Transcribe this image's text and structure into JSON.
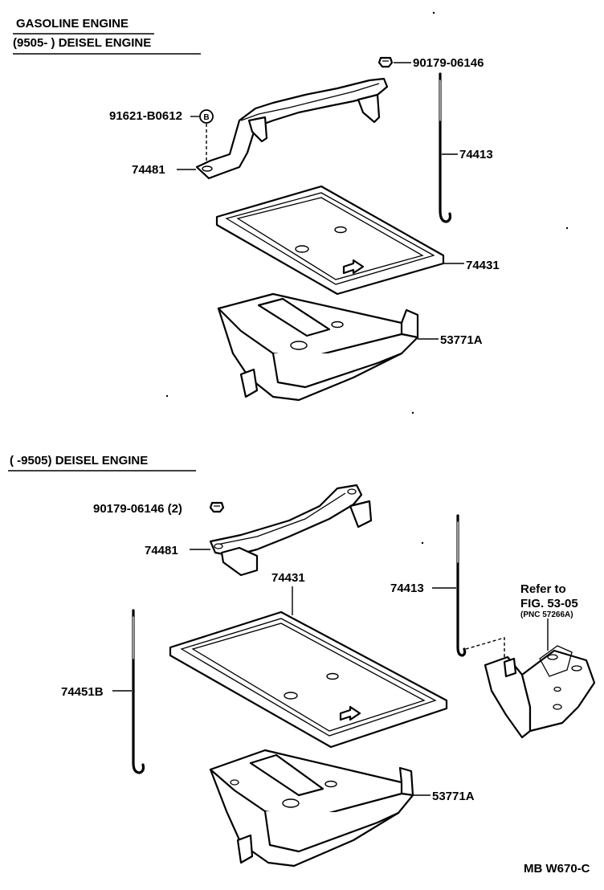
{
  "top_section": {
    "header_line1": "GASOLINE  ENGINE",
    "header_line2": "(9505-        ) DEISEL  ENGINE",
    "labels": {
      "nut": "90179-06146",
      "bolt": "91621-B0612",
      "bolt_marker": "B",
      "clamp": "74481",
      "rod": "74413",
      "tray": "74431",
      "carrier": "53771A"
    }
  },
  "bottom_section": {
    "header": "(         -9505) DEISEL  ENGINE",
    "labels": {
      "nut": "90179-06146 (2)",
      "clamp": "74481",
      "tray": "74431",
      "rod_right": "74413",
      "rod_left": "74451B",
      "carrier": "53771A",
      "refer_line1": "Refer to",
      "refer_line2": "FIG. 53-05",
      "refer_line3": "(PNC 57266A)"
    }
  },
  "footer": {
    "code": "MB  W670-C"
  }
}
